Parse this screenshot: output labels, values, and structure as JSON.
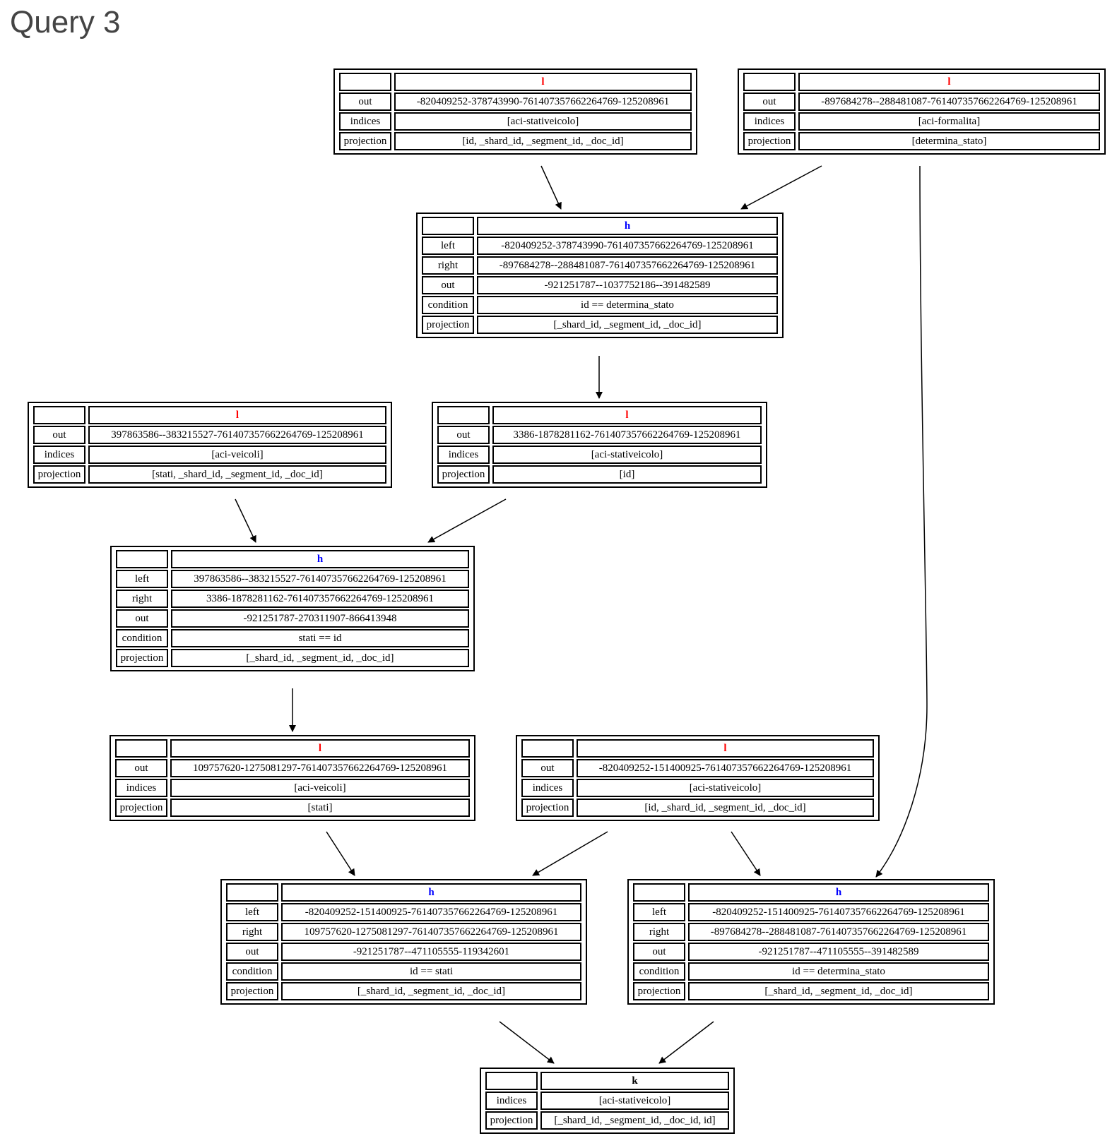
{
  "title": "Query 3",
  "nodes": {
    "n1": {
      "header": "l",
      "rows": [
        {
          "key": "out",
          "value": "-820409252-378743990-761407357662264769-125208961"
        },
        {
          "key": "indices",
          "value": "[aci-stativeicolo]"
        },
        {
          "key": "projection",
          "value": "[id, _shard_id, _segment_id, _doc_id]"
        }
      ]
    },
    "n2": {
      "header": "l",
      "rows": [
        {
          "key": "out",
          "value": "-897684278--288481087-761407357662264769-125208961"
        },
        {
          "key": "indices",
          "value": "[aci-formalita]"
        },
        {
          "key": "projection",
          "value": "[determina_stato]"
        }
      ]
    },
    "n3": {
      "header": "h",
      "rows": [
        {
          "key": "left",
          "value": "-820409252-378743990-761407357662264769-125208961"
        },
        {
          "key": "right",
          "value": "-897684278--288481087-761407357662264769-125208961"
        },
        {
          "key": "out",
          "value": "-921251787--1037752186--391482589"
        },
        {
          "key": "condition",
          "value": "id == determina_stato"
        },
        {
          "key": "projection",
          "value": "[_shard_id, _segment_id, _doc_id]"
        }
      ]
    },
    "n4": {
      "header": "l",
      "rows": [
        {
          "key": "out",
          "value": "397863586--383215527-761407357662264769-125208961"
        },
        {
          "key": "indices",
          "value": "[aci-veicoli]"
        },
        {
          "key": "projection",
          "value": "[stati, _shard_id, _segment_id, _doc_id]"
        }
      ]
    },
    "n5": {
      "header": "l",
      "rows": [
        {
          "key": "out",
          "value": "3386-1878281162-761407357662264769-125208961"
        },
        {
          "key": "indices",
          "value": "[aci-stativeicolo]"
        },
        {
          "key": "projection",
          "value": "[id]"
        }
      ]
    },
    "n6": {
      "header": "h",
      "rows": [
        {
          "key": "left",
          "value": "397863586--383215527-761407357662264769-125208961"
        },
        {
          "key": "right",
          "value": "3386-1878281162-761407357662264769-125208961"
        },
        {
          "key": "out",
          "value": "-921251787-270311907-866413948"
        },
        {
          "key": "condition",
          "value": "stati == id"
        },
        {
          "key": "projection",
          "value": "[_shard_id, _segment_id, _doc_id]"
        }
      ]
    },
    "n7": {
      "header": "l",
      "rows": [
        {
          "key": "out",
          "value": "109757620-1275081297-761407357662264769-125208961"
        },
        {
          "key": "indices",
          "value": "[aci-veicoli]"
        },
        {
          "key": "projection",
          "value": "[stati]"
        }
      ]
    },
    "n8": {
      "header": "l",
      "rows": [
        {
          "key": "out",
          "value": "-820409252-151400925-761407357662264769-125208961"
        },
        {
          "key": "indices",
          "value": "[aci-stativeicolo]"
        },
        {
          "key": "projection",
          "value": "[id, _shard_id, _segment_id, _doc_id]"
        }
      ]
    },
    "n9": {
      "header": "h",
      "rows": [
        {
          "key": "left",
          "value": "-820409252-151400925-761407357662264769-125208961"
        },
        {
          "key": "right",
          "value": "109757620-1275081297-761407357662264769-125208961"
        },
        {
          "key": "out",
          "value": "-921251787--471105555-119342601"
        },
        {
          "key": "condition",
          "value": "id == stati"
        },
        {
          "key": "projection",
          "value": "[_shard_id, _segment_id, _doc_id]"
        }
      ]
    },
    "n10": {
      "header": "h",
      "rows": [
        {
          "key": "left",
          "value": "-820409252-151400925-761407357662264769-125208961"
        },
        {
          "key": "right",
          "value": "-897684278--288481087-761407357662264769-125208961"
        },
        {
          "key": "out",
          "value": "-921251787--471105555--391482589"
        },
        {
          "key": "condition",
          "value": "id == determina_stato"
        },
        {
          "key": "projection",
          "value": "[_shard_id, _segment_id, _doc_id]"
        }
      ]
    },
    "n11": {
      "header": "k",
      "rows": [
        {
          "key": "indices",
          "value": "[aci-stativeicolo]"
        },
        {
          "key": "projection",
          "value": "[_shard_id, _segment_id, _doc_id, id]"
        }
      ]
    }
  }
}
